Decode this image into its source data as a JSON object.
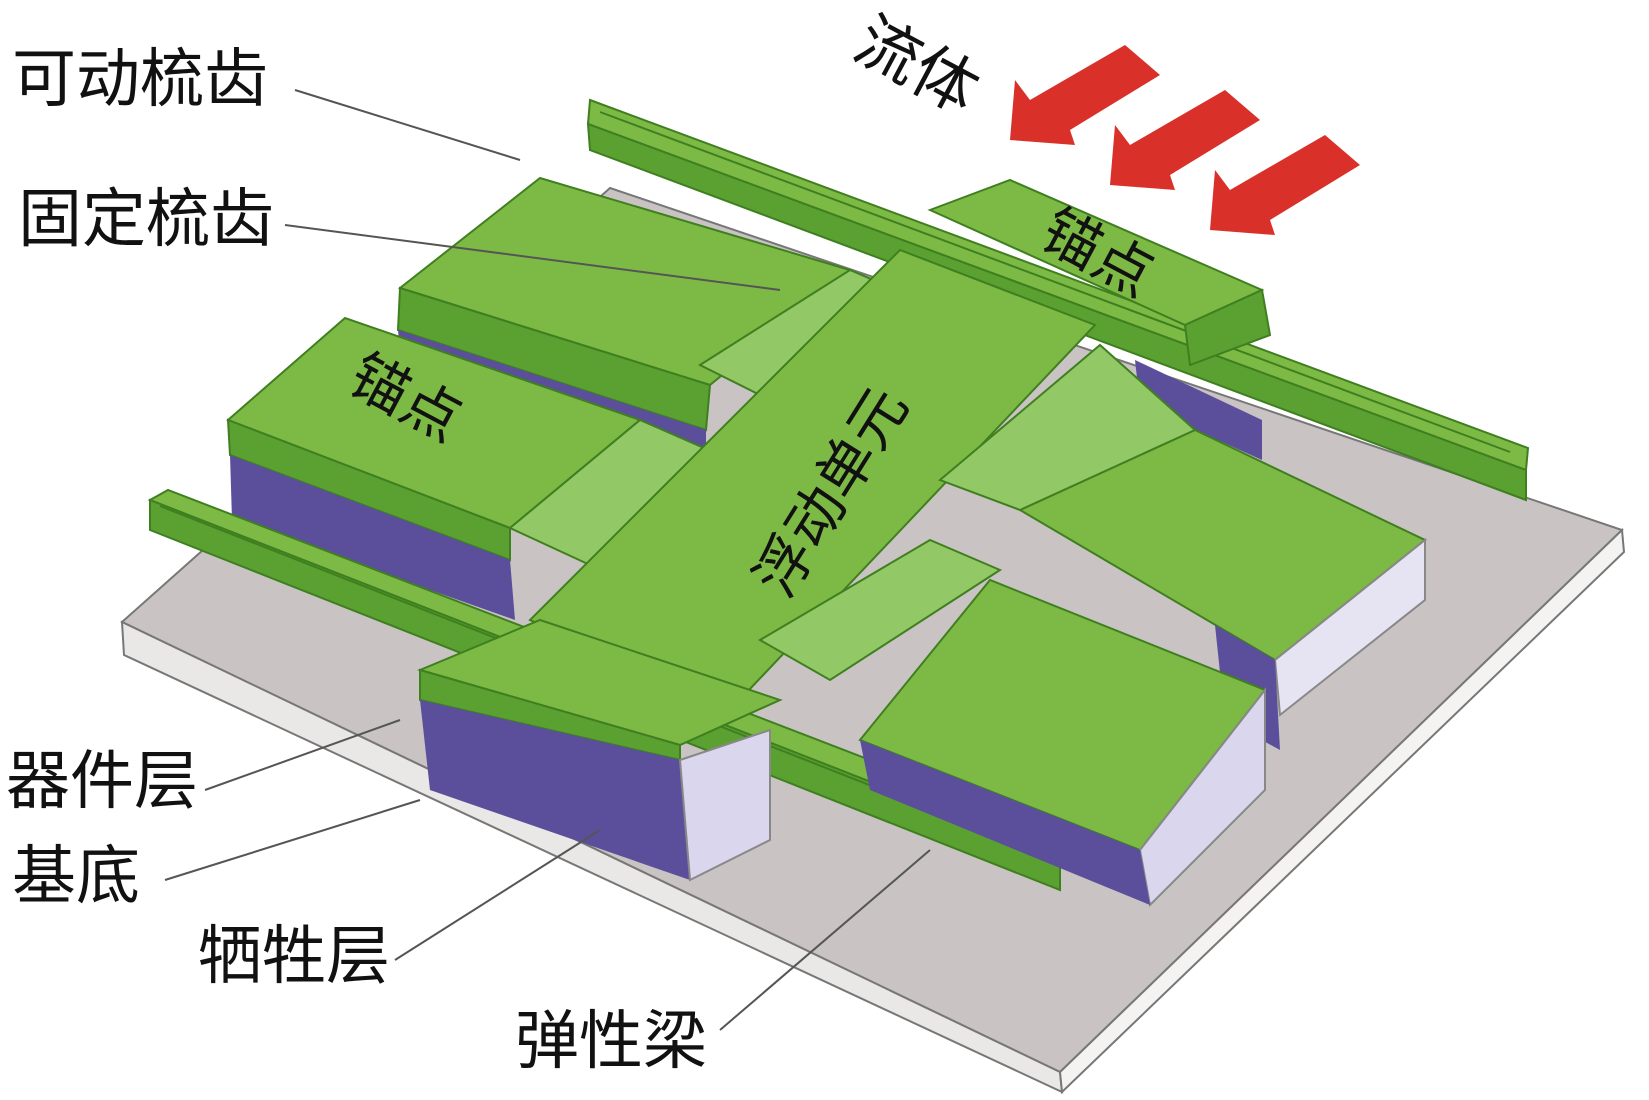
{
  "labels": {
    "movable_comb": "可动梳齿",
    "fixed_comb": "固定梳齿",
    "fluid": "流体",
    "anchor_top": "锚点",
    "anchor_left": "锚点",
    "floating_unit": "浮动单元",
    "device_layer": "器件层",
    "substrate": "基底",
    "sacrificial_layer": "牺牲层",
    "elastic_beam": "弹性梁"
  },
  "colors": {
    "green_top": "#7dba45",
    "green_side": "#5aa132",
    "purple": "#5b4f9c",
    "lavender": "#d9d6ee",
    "substrate_top": "#c9c4c3",
    "substrate_side": "#eae8e6",
    "arrow_red": "#d9302a"
  },
  "icons": [
    "arrow-icon"
  ]
}
